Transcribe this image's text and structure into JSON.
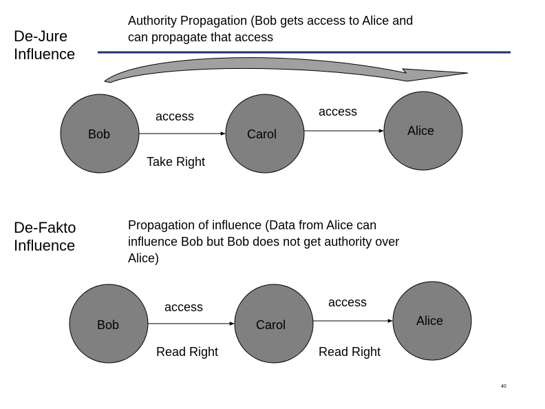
{
  "colors": {
    "node_fill": "#808080",
    "node_stroke": "#000000",
    "rule_line": "#1f2f6e",
    "propagation_arrow_fill": "#a0a0a0"
  },
  "dejure": {
    "heading_line1": "De-Jure",
    "heading_line2": "Influence",
    "caption_line1": "Authority Propagation (Bob gets access to Alice and",
    "caption_line2": "can propagate that access",
    "nodes": {
      "bob": "Bob",
      "carol": "Carol",
      "alice": "Alice"
    },
    "edge_bob_carol": "access",
    "edge_carol_alice": "access",
    "edge_take_right": "Take Right"
  },
  "defakto": {
    "heading_line1": "De-Fakto",
    "heading_line2": "Influence",
    "caption_line1": "Propagation of influence (Data from Alice can",
    "caption_line2": "influence Bob but Bob does not get authority over",
    "caption_line3": "Alice)",
    "nodes": {
      "bob": "Bob",
      "carol": "Carol",
      "alice": "Alice"
    },
    "edge_bob_carol": "access",
    "edge_carol_alice": "access",
    "edge_read_right_1": "Read Right",
    "edge_read_right_2": "Read Right"
  },
  "page_number": "40"
}
